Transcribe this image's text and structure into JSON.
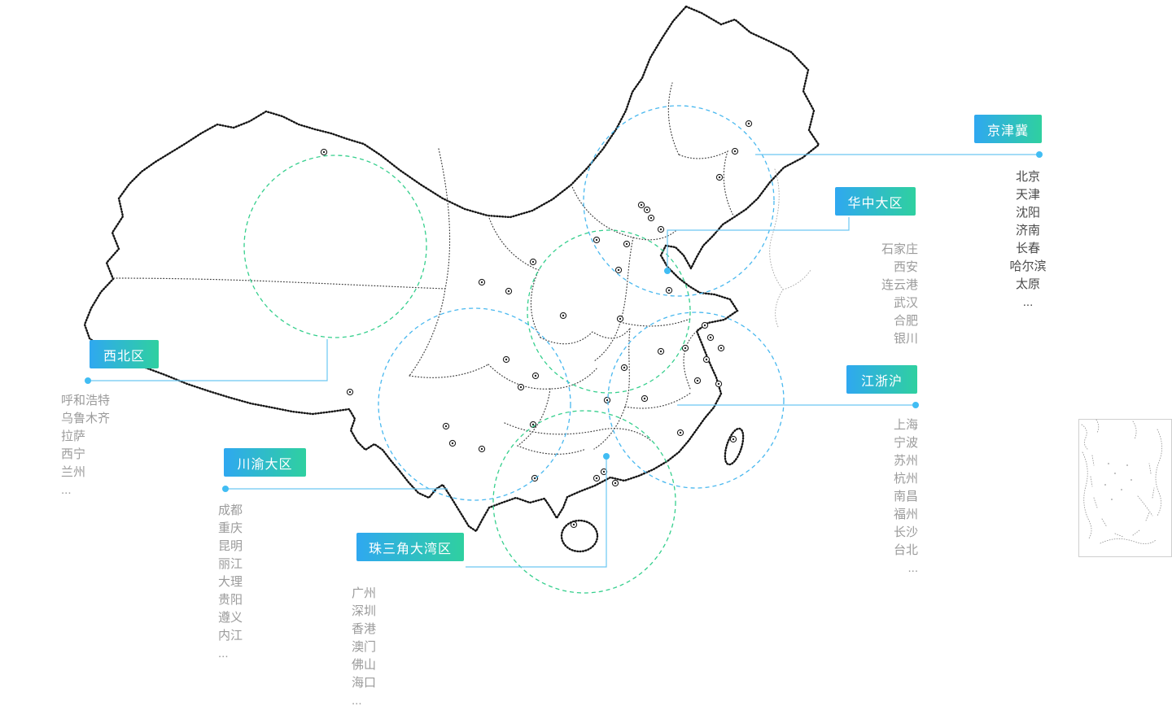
{
  "regions": [
    {
      "id": "jingjinji",
      "label": "京津冀",
      "cities": [
        "北京",
        "天津",
        "沈阳",
        "济南",
        "长春",
        "哈尔滨",
        "太原",
        "..."
      ]
    },
    {
      "id": "huazhong",
      "label": "华中大区",
      "cities": [
        "石家庄",
        "西安",
        "连云港",
        "武汉",
        "合肥",
        "银川"
      ]
    },
    {
      "id": "xibei",
      "label": "西北区",
      "cities": [
        "呼和浩特",
        "乌鲁木齐",
        "拉萨",
        "西宁",
        "兰州",
        "..."
      ]
    },
    {
      "id": "jiangzhehu",
      "label": "江浙沪",
      "cities": [
        "上海",
        "宁波",
        "苏州",
        "杭州",
        "南昌",
        "福州",
        "长沙",
        "台北",
        "..."
      ]
    },
    {
      "id": "chuanyu",
      "label": "川渝大区",
      "cities": [
        "成都",
        "重庆",
        "昆明",
        "丽江",
        "大理",
        "贵阳",
        "遵义",
        "内江",
        "..."
      ]
    },
    {
      "id": "zhusanjiao",
      "label": "珠三角大湾区",
      "cities": [
        "广州",
        "深圳",
        "香港",
        "澳门",
        "佛山",
        "海口",
        "..."
      ]
    }
  ],
  "colors": {
    "badge_gradient_left": "#2fa8f0",
    "badge_gradient_right": "#2fd0a0",
    "leader_line": "#6cc7f2",
    "leader_dot": "#41bdf3",
    "circle_blue": "#49b8ef",
    "circle_green": "#35cf8d",
    "map_ink": "#151515",
    "city_text": "#9b9b9b",
    "city_text_dark": "#4a4a4a"
  }
}
